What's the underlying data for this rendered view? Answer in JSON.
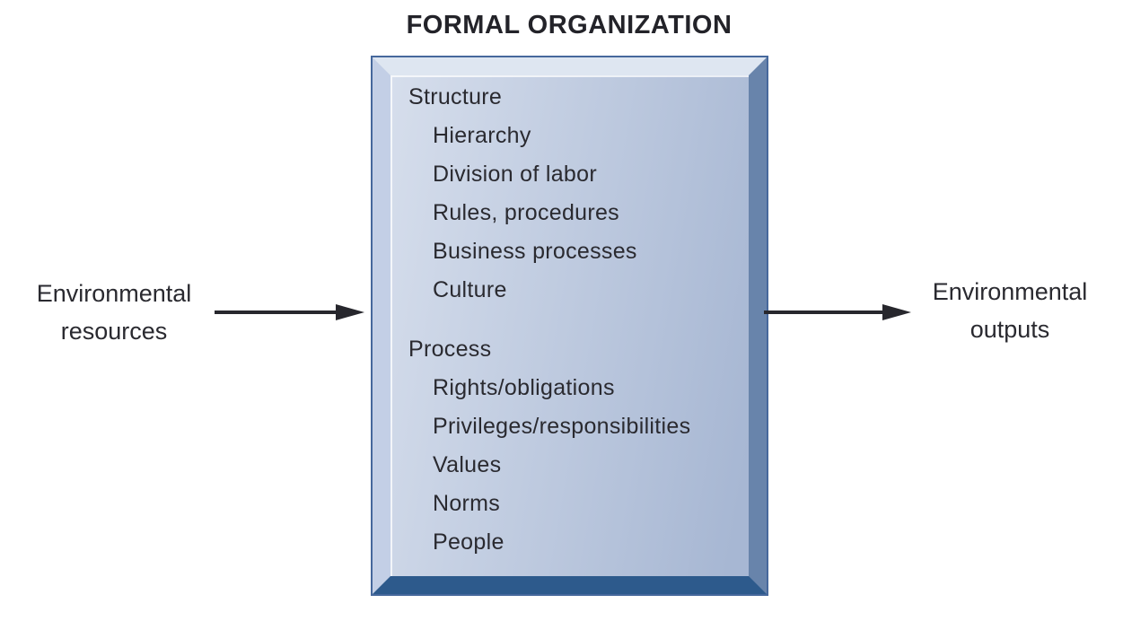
{
  "title": "FORMAL ORGANIZATION",
  "input_label": {
    "line1": "Environmental",
    "line2": "resources"
  },
  "output_label": {
    "line1": "Environmental",
    "line2": "outputs"
  },
  "box": {
    "groups": [
      {
        "heading": "Structure",
        "items": [
          "Hierarchy",
          "Division of labor",
          "Rules, procedures",
          "Business processes",
          "Culture"
        ]
      },
      {
        "heading": "Process",
        "items": [
          "Rights/obligations",
          "Privileges/responsibilities",
          "Values",
          "Norms",
          "People"
        ]
      }
    ]
  },
  "icons": {
    "input_arrow": "arrow-right-icon",
    "output_arrow": "arrow-right-icon"
  },
  "colors": {
    "title_text": "#232329",
    "text": "#2a2a30",
    "arrow": "#27272d",
    "outline": "#46689c",
    "bevel_top": "#dee6f1",
    "bevel_left": "#c3cfe6",
    "bevel_right": "#6884ab",
    "bevel_bottom": "#2d5a8c",
    "panel_light": "#d6deec",
    "panel_dark": "#a7b7d3"
  }
}
